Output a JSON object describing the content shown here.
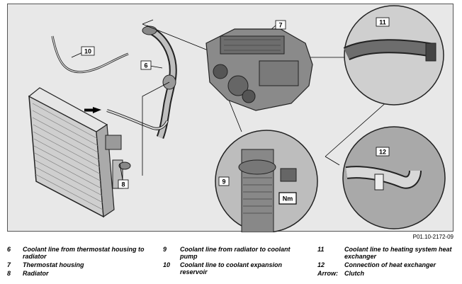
{
  "callouts": {
    "c6": "6",
    "c7": "7",
    "c8": "8",
    "c9": "9",
    "c10": "10",
    "c11": "11",
    "c12": "12",
    "nm": "Nm"
  },
  "figure_ref": "P01.10-2172-09",
  "legend": [
    {
      "num": "6",
      "text": "Coolant line from thermostat housing to radiator"
    },
    {
      "num": "7",
      "text": "Thermostat housing"
    },
    {
      "num": "8",
      "text": "Radiator"
    },
    {
      "num": "9",
      "text": "Coolant line from radiator to coolant pump"
    },
    {
      "num": "10",
      "text": "Coolant line to coolant expansion reservoir"
    },
    {
      "num": "11",
      "text": "Coolant line to heating system heat exchanger"
    },
    {
      "num": "12",
      "text": "Connection of heat exchanger"
    },
    {
      "num": "Arrow:",
      "text": "Clutch"
    }
  ]
}
